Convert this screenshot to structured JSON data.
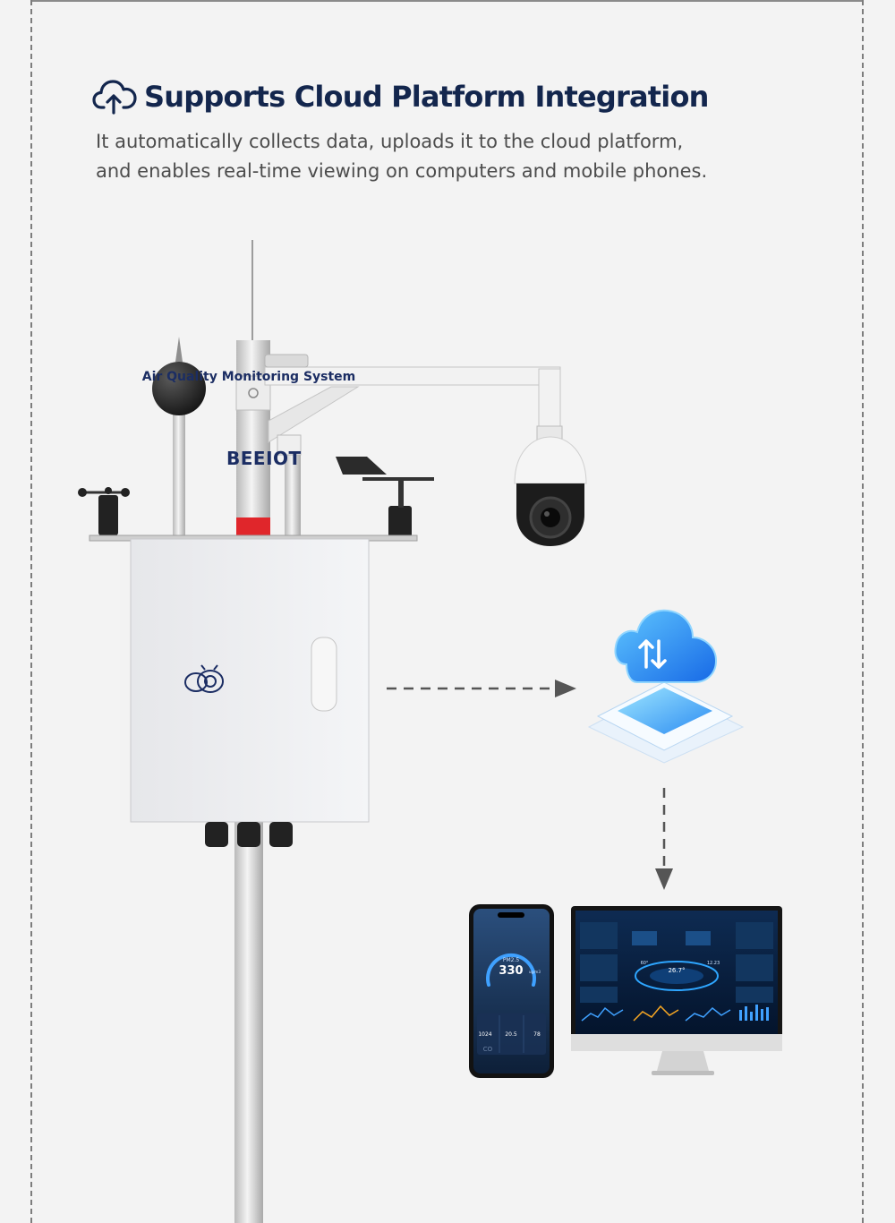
{
  "header": {
    "title": "Supports Cloud Platform Integration",
    "description": "It automatically collects data, uploads it to the cloud platform, and enables real-time viewing on computers and mobile phones."
  },
  "device": {
    "box_label": "Air Quality Monitoring System",
    "brand": "BEEIOT"
  },
  "phone": {
    "pm_label": "PM2.5",
    "pm_value": "330",
    "pm_unit": "ug/m3",
    "stat1": "1024",
    "stat2": "20.5",
    "stat3": "78",
    "co_label": "CO"
  },
  "monitor": {
    "center_value": "26.7°",
    "left_value": "60°",
    "right_value": "12.23"
  },
  "icons": {
    "title_icon": "cloud-upload-icon",
    "cloud": "cloud-transfer-icon"
  },
  "colors": {
    "title": "#13264d",
    "text": "#4c4c4c",
    "accent_blue": "#1e73e8"
  }
}
